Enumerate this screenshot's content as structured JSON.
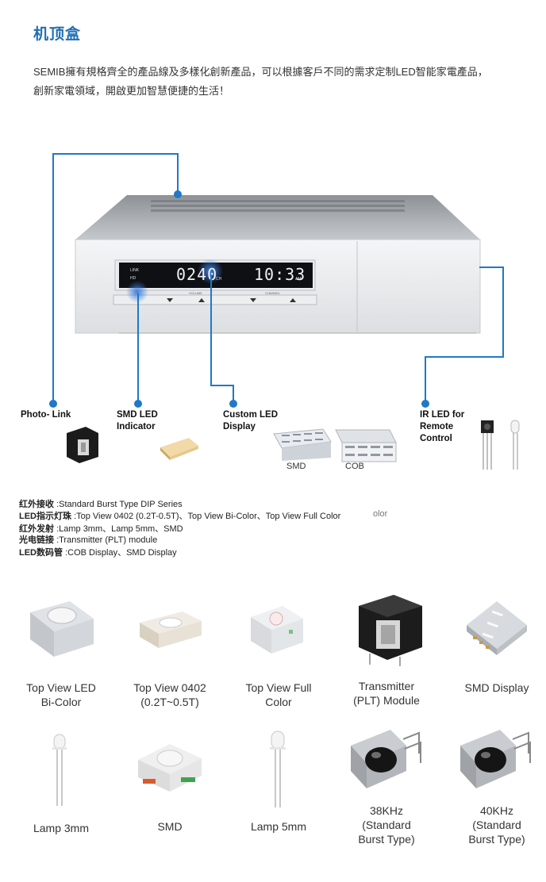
{
  "header": {
    "title": "机顶盒",
    "intro_line1": "SEMIB擁有規格齊全的產品線及多樣化創新產品，可以根據客戶不同的需求定制LED智能家電產品，",
    "intro_line2": "創新家電領域，開啟更加智慧便捷的生活！"
  },
  "device": {
    "display_indicators": [
      "LINK",
      "HD"
    ],
    "display_channel": "0240",
    "display_channel_suffix": "CH",
    "display_time": "10:33",
    "display_time_suffix": "AM",
    "volume_label": "VOLUME",
    "channel_label": "CHANNEL"
  },
  "callouts": {
    "photo_link": "Photo- Link",
    "smd_led_indicator_1": "SMD LED",
    "smd_led_indicator_2": "Indicator",
    "custom_led_display_1": "Custom LED",
    "custom_led_display_2": "Display",
    "ir_led_1": "IR LED for",
    "ir_led_2": "Remote",
    "ir_led_3": "Control",
    "smd_caption": "SMD",
    "cob_caption": "COB"
  },
  "specs": [
    {
      "key": "红外接收",
      "value": ":Standard Burst Type DIP Series"
    },
    {
      "key": "LED指示灯珠",
      "value": ":Top View 0402 (0.2T-0.5T)、Top View Bi-Color、Top View Full Color",
      "ghost": "olor"
    },
    {
      "key": "红外发射",
      "value": ":Lamp 3mm、Lamp 5mm、SMD"
    },
    {
      "key": "光电链接",
      "value": ":Transmitter (PLT) module"
    },
    {
      "key": "LED数码管",
      "value": ":COB Display、SMD Display"
    }
  ],
  "products_row1": [
    {
      "label1": "Top View LED",
      "label2": "Bi-Color"
    },
    {
      "label1": "Top View 0402",
      "label2": "(0.2T~0.5T)"
    },
    {
      "label1": "Top View Full",
      "label2": "Color"
    },
    {
      "label1": "Transmitter",
      "label2": "(PLT) Module"
    },
    {
      "label1": "SMD Display",
      "label2": ""
    }
  ],
  "products_row2": [
    {
      "label1": "Lamp 3mm",
      "label2": "",
      "label3": ""
    },
    {
      "label1": "SMD",
      "label2": "",
      "label3": ""
    },
    {
      "label1": "Lamp 5mm",
      "label2": "",
      "label3": ""
    },
    {
      "label1": "38KHz",
      "label2": "(Standard",
      "label3": "Burst Type)"
    },
    {
      "label1": "40KHz",
      "label2": "(Standard",
      "label3": "Burst Type)"
    }
  ]
}
